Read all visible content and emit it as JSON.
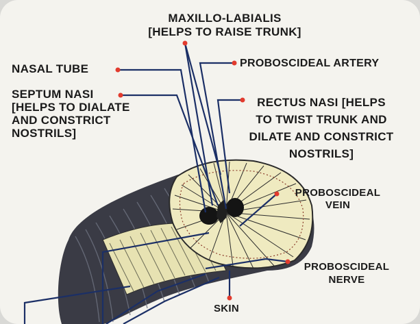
{
  "colors": {
    "background": "#f4f3ee",
    "leader_line": "#1b2f66",
    "pointer_dot": "#e23b2e",
    "tissue": "#efeac0",
    "skin_dark": "#3a3b45",
    "nostril": "#141414"
  },
  "labels": {
    "maxillo": {
      "line1": "MAXILLO-LABIALIS",
      "line2": "[HELPS TO RAISE TRUNK]"
    },
    "nasal_tube": {
      "text": "NASAL TUBE"
    },
    "proboscideal_artery": {
      "text": "PROBOSCIDEAL ARTERY"
    },
    "septum_nasi": {
      "line1": "SEPTUM NASI",
      "line2": "[HELPS TO DIALATE",
      "line3": "AND CONSTRICT",
      "line4": "NOSTRILS]"
    },
    "rectus_nasi": {
      "line1": "RECTUS NASI [HELPS",
      "line2": "TO TWIST TRUNK AND",
      "line3": "DILATE AND CONSTRICT",
      "line4": "NOSTRILS]"
    },
    "proboscideal_vein": {
      "line1": "PROBOSCIDEAL",
      "line2": "VEIN"
    },
    "proboscideal_nerve": {
      "line1": "PROBOSCIDEAL",
      "line2": "NERVE"
    },
    "skin": {
      "text": "SKIN"
    }
  }
}
